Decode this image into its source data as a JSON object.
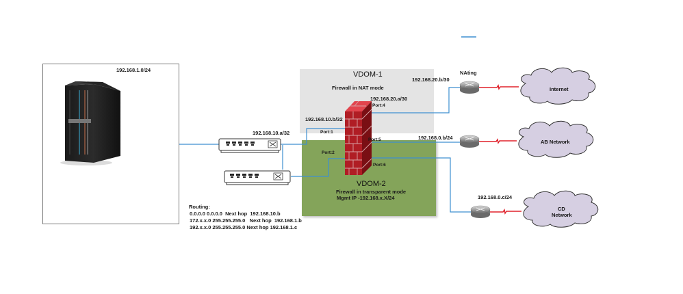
{
  "diagram": {
    "lan_segment": {
      "subnet_label": "192.168.1.0/24",
      "device": "server-tower"
    },
    "switches": [
      {
        "id": "switch-1",
        "label": "192.168.10.a/32"
      },
      {
        "id": "switch-2",
        "label": ""
      }
    ],
    "vdom1": {
      "title": "VDOM-1",
      "subtitle": "Firewall in NAT mode",
      "ip_port4": "192.168.20.a/30",
      "ip_port1": "192.168.10.b/32",
      "port4_label": "Port:4",
      "port1_label": "Port:1",
      "color": "#e4e4e4"
    },
    "vdom2": {
      "title": "VDOM-2",
      "subtitle": "Firewall in transparent mode",
      "mgmt": "Mgmt IP -192.168.x.X/24",
      "port2_label": "Port:2",
      "port5_label": "Port:5",
      "port6_label": "Port:6",
      "color": "#84a45a"
    },
    "routers": [
      {
        "id": "router-internet",
        "ip": "192.168.20.b/30",
        "note": "NAting"
      },
      {
        "id": "router-ab",
        "ip": "192.168.0.b/24"
      },
      {
        "id": "router-cd",
        "ip": "192.168.0.c/24"
      }
    ],
    "clouds": [
      {
        "id": "cloud-internet",
        "label": "Internet"
      },
      {
        "id": "cloud-ab",
        "label": "AB Network"
      },
      {
        "id": "cloud-cd",
        "label_line1": "CD",
        "label_line2": "Network"
      }
    ],
    "routing": {
      "header": "Routing:",
      "routes": [
        "0.0.0.0 0.0.0.0  Next hop  192.168.10.b",
        "172.x.x.0 255.255.255.0   Next hop  192.168.1.b",
        "192.x.x.0 255.255.255.0 Next hop 192.168.1.c"
      ]
    },
    "colors": {
      "link": "#3d8fd0",
      "wan_link": "#e0202a",
      "cloud_fill": "#d6cfe2",
      "firewall_front": "#b01d24",
      "firewall_side": "#7a0f14",
      "firewall_top": "#e2444d"
    }
  }
}
